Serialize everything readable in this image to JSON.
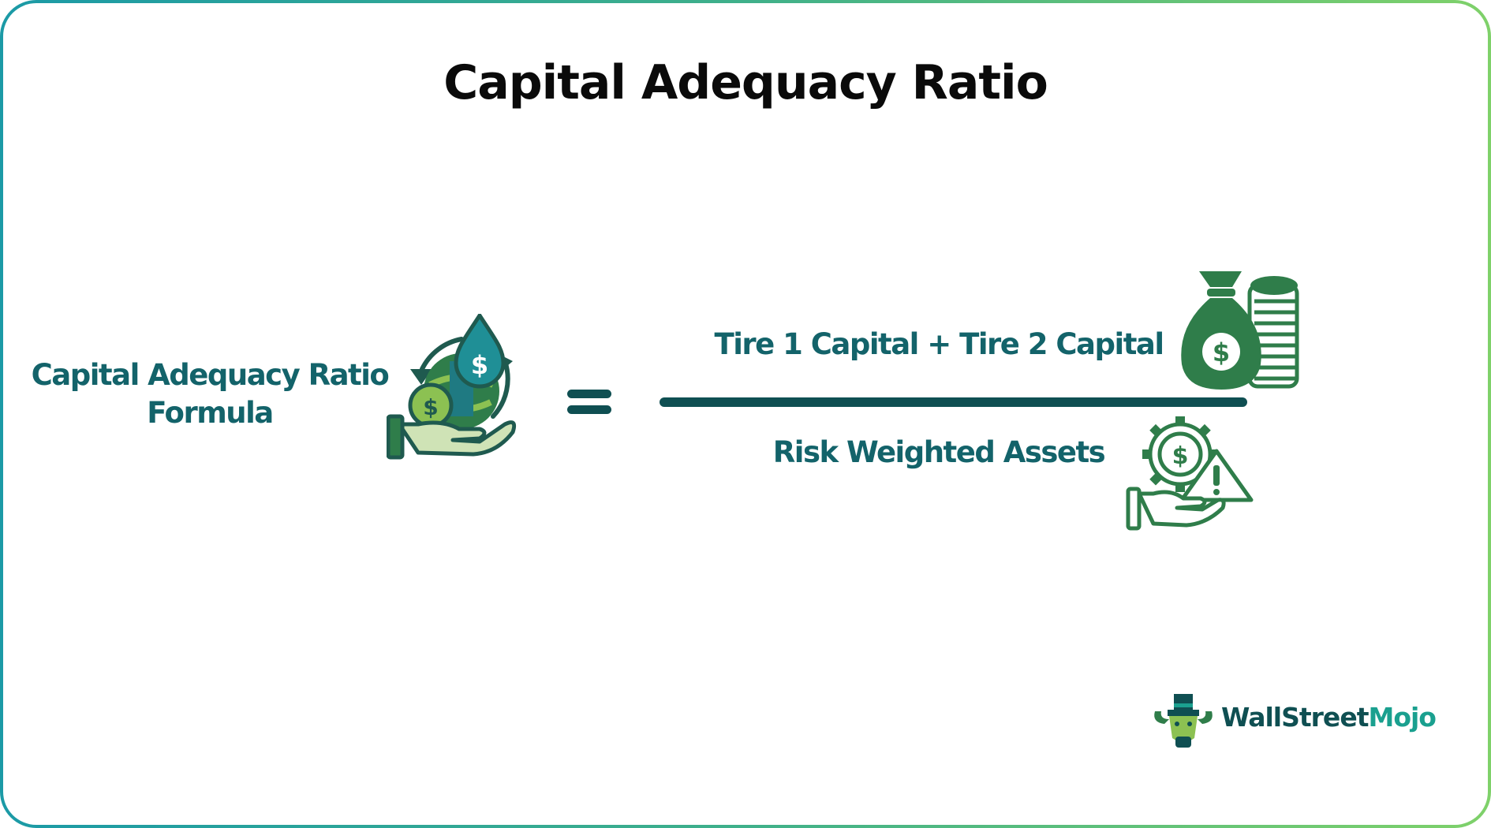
{
  "title": "Capital Adequacy Ratio",
  "formula": {
    "lhs_line1": "Capital Adequacy Ratio",
    "lhs_line2": "Formula",
    "numerator": "Tire 1  Capital + Tire 2 Capital",
    "denominator": "Risk Weighted Assets"
  },
  "icons": {
    "lhs": "money-growth-hand-icon",
    "numerator": "money-bag-coins-icon",
    "denominator": "risk-gear-hand-icon",
    "equals": "equals-sign-icon"
  },
  "brand": {
    "part1": "WallStreet",
    "part2": "Mojo"
  },
  "colors": {
    "text_teal": "#13636a",
    "dark_teal": "#0f4f52",
    "green": "#2f7d4a",
    "light_green": "#8cc152",
    "border_start": "#1b9aa6",
    "border_end": "#7fd16a"
  }
}
